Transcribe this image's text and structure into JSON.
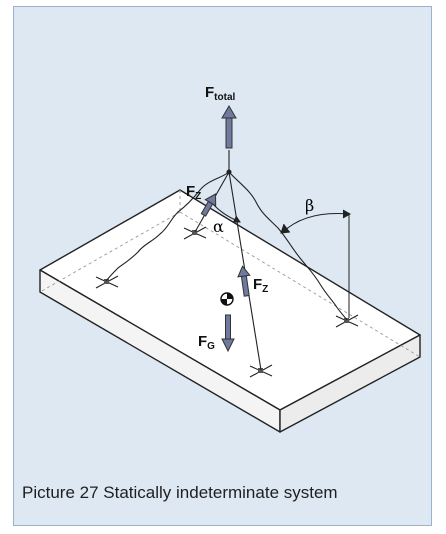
{
  "figure": {
    "caption": "Picture 27 Statically indeterminate system",
    "labels": {
      "f_total": {
        "main": "F",
        "sub": "total"
      },
      "f_z_left": {
        "main": "F",
        "sub": "Z"
      },
      "f_z_center": {
        "main": "F",
        "sub": "Z"
      },
      "f_g": {
        "main": "F",
        "sub": "G"
      },
      "alpha": "α",
      "beta": "β"
    }
  },
  "colors": {
    "background": "#dde8f3",
    "border": "#9ab2cd",
    "plate_face": "#ffffff",
    "outline": "#222222",
    "arrow_fill": "#6f7a9e"
  }
}
